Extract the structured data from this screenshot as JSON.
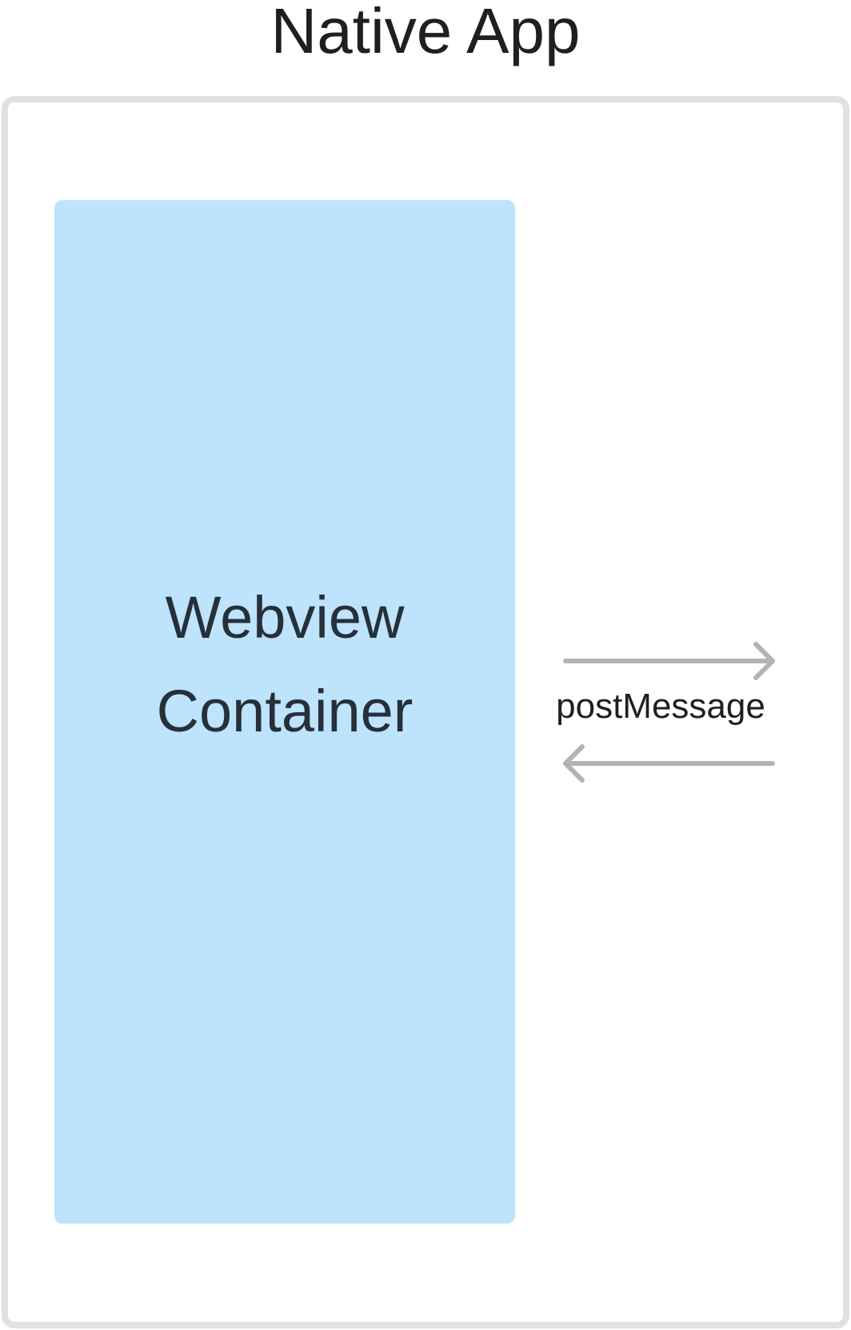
{
  "title": "Native App",
  "webview": {
    "line1": "Webview",
    "line2": "Container"
  },
  "connection": {
    "label": "postMessage"
  },
  "colors": {
    "container_border": "#e1e1e1",
    "webview_fill": "#bee3fd",
    "arrow": "#b3b3b3"
  }
}
